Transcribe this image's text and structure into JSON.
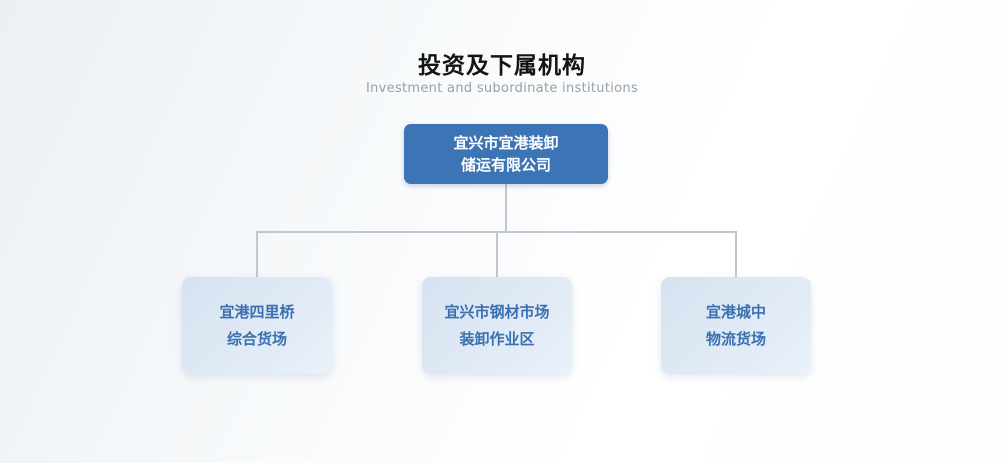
{
  "header": {
    "title": "投资及下属机构",
    "subtitle": "Investment and subordinate institutions"
  },
  "org_chart": {
    "root": {
      "line1": "宜兴市宜港装卸",
      "line2": "储运有限公司"
    },
    "children": [
      {
        "line1": "宜港四里桥",
        "line2": "综合货场"
      },
      {
        "line1": "宜兴市钢材市场",
        "line2": "装卸作业区"
      },
      {
        "line1": "宜港城中",
        "line2": "物流货场"
      }
    ]
  },
  "colors": {
    "root_node_bg": "#3d74b5",
    "root_node_text": "#ffffff",
    "child_node_bg_start": "#d6e2f1",
    "child_node_bg_end": "#e9f1f9",
    "child_node_text": "#3a70b0",
    "connector_line": "#c3c7cb"
  }
}
